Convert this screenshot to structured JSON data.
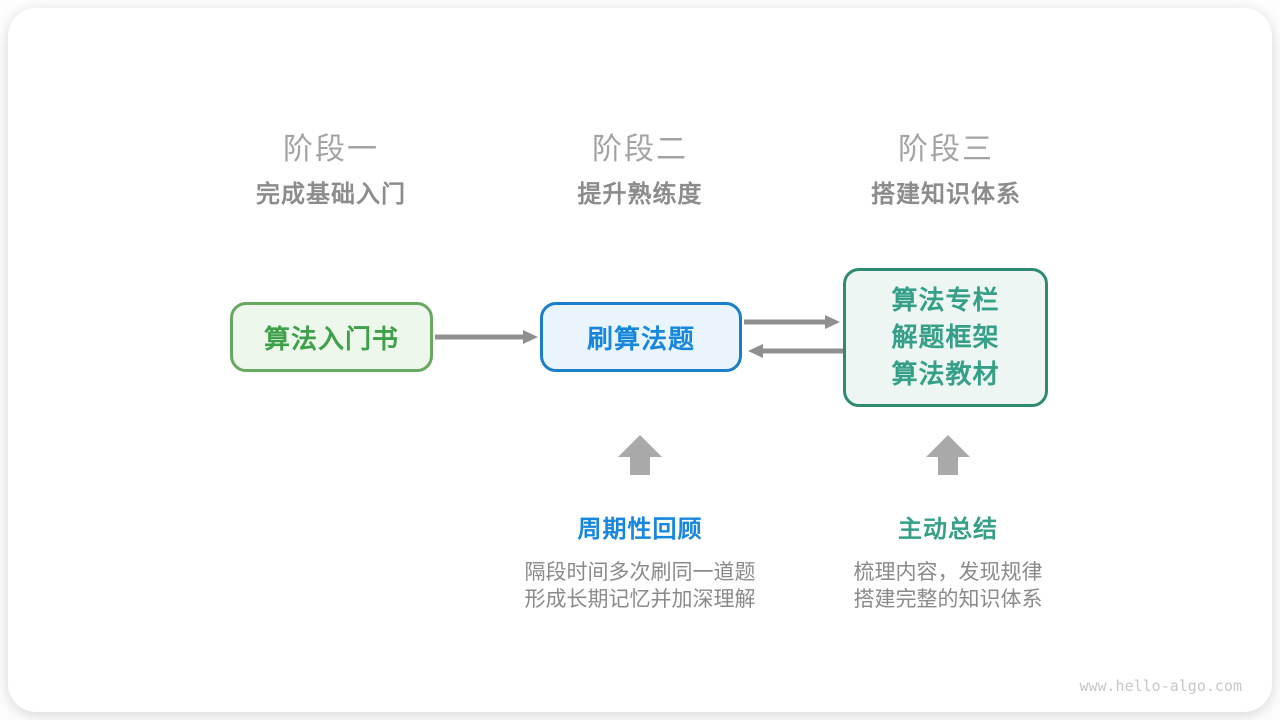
{
  "stages": [
    {
      "title": "阶段一",
      "subtitle": "完成基础入门"
    },
    {
      "title": "阶段二",
      "subtitle": "提升熟练度"
    },
    {
      "title": "阶段三",
      "subtitle": "搭建知识体系"
    }
  ],
  "nodes": {
    "beginner_book": {
      "label": "算法入门书"
    },
    "practice": {
      "label": "刷算法题"
    },
    "resources": {
      "lines": [
        "算法专栏",
        "解题框架",
        "算法教材"
      ]
    }
  },
  "annotations": {
    "periodic_review": {
      "title": "周期性回顾",
      "desc_line1": "隔段时间多次刷同一道题",
      "desc_line2": "形成长期记忆并加深理解"
    },
    "active_summary": {
      "title": "主动总结",
      "desc_line1": "梳理内容，发现规律",
      "desc_line2": "搭建完整的知识体系"
    }
  },
  "watermark": "www.hello-algo.com",
  "colors": {
    "green-border": "#68a862",
    "green-text": "#3fa04a",
    "green-bg": "#eef7ec",
    "blue-border": "#1b7ec9",
    "blue-text": "#1787dd",
    "blue-bg": "#e9f4fc",
    "teal-border": "#2f8a72",
    "teal-text": "#35a087",
    "teal-bg": "#edf6f2",
    "arrow-gray": "#8f8f8f",
    "up-arrow-gray": "#a9a9a9",
    "stage-title-gray": "#a3a3a3",
    "stage-subtitle-gray": "#8c8c8c",
    "desc-gray": "#8a8a8a",
    "watermark-gray": "#c7c7c7"
  }
}
